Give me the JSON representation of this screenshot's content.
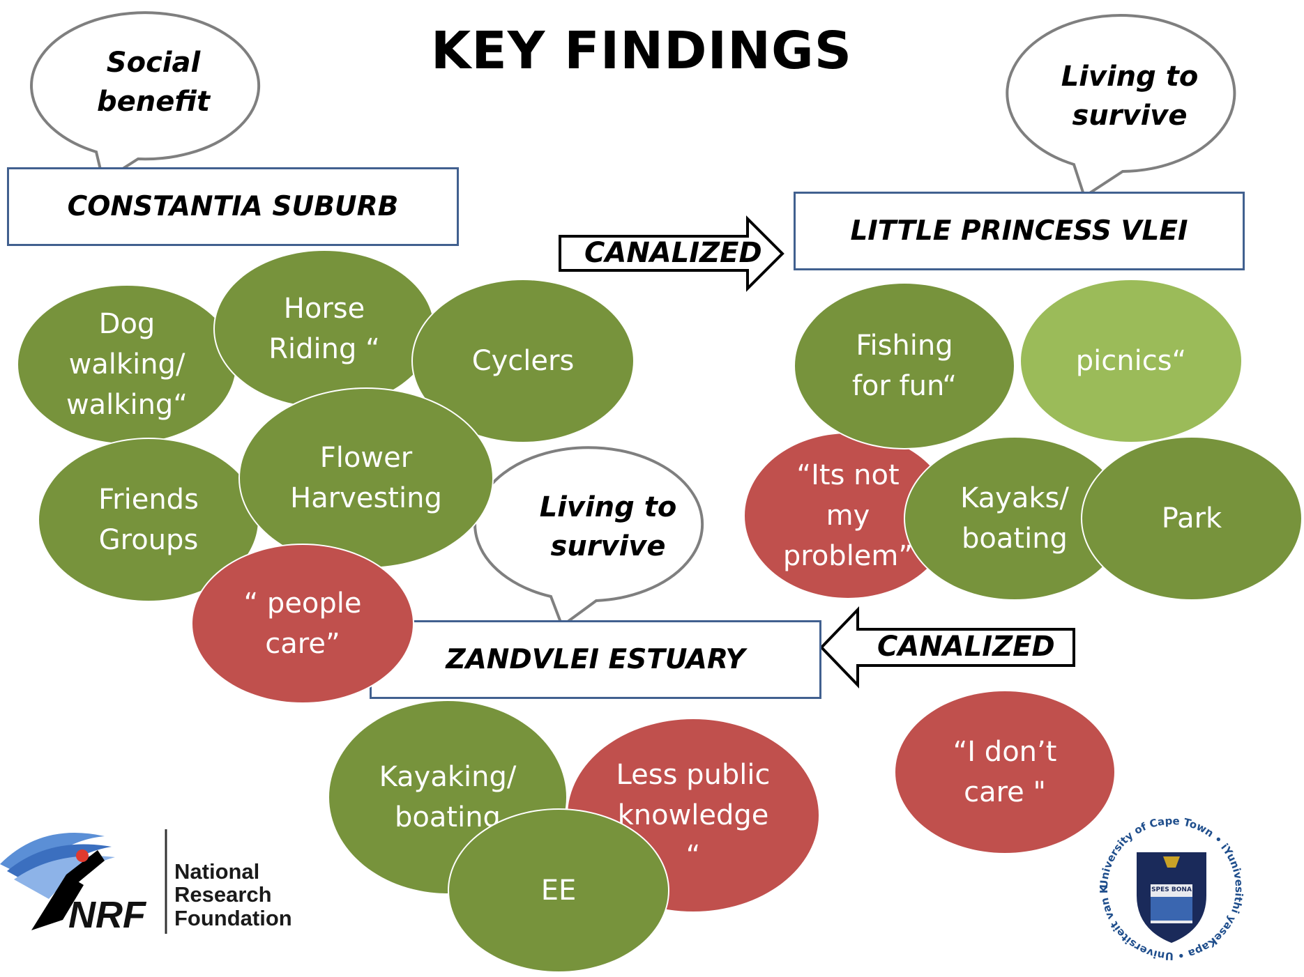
{
  "title": "KEY FINDINGS",
  "locations": {
    "constantia": "CONSTANTIA SUBURB",
    "little_princess": "LITTLE PRINCESS VLEI",
    "zandvlei": "ZANDVLEI ESTUARY"
  },
  "speech_bubbles": {
    "social_benefit": "Social\nbenefit",
    "living_to_survive_1": "Living to\nsurvive",
    "living_to_survive_2": "Living to\nsurvive"
  },
  "arrows": {
    "canalized_right": "CANALIZED",
    "canalized_left": "CANALIZED"
  },
  "activities": {
    "constantia": [
      {
        "label": "Dog\nwalking/\nwalking“",
        "color": "#77933c"
      },
      {
        "label": "Horse\nRiding “",
        "color": "#77933c"
      },
      {
        "label": "Cyclers",
        "color": "#77933c"
      },
      {
        "label": "Friends\nGroups",
        "color": "#77933c"
      },
      {
        "label": "Flower\nHarvesting",
        "color": "#77933c"
      },
      {
        "label": "“ people\ncare”",
        "color": "#c0504d"
      }
    ],
    "little_princess": [
      {
        "label": "Fishing\nfor  fun“",
        "color": "#77933c"
      },
      {
        "label": "picnics“",
        "color": "#9bbb59"
      },
      {
        "label": "“Its not\nmy\nproblem”",
        "color": "#c0504d"
      },
      {
        "label": "Kayaks/\nboating",
        "color": "#77933c"
      },
      {
        "label": "Park",
        "color": "#77933c"
      },
      {
        "label": "“I don’t\ncare \"",
        "color": "#c0504d"
      }
    ],
    "zandvlei": [
      {
        "label": "Kayaking/\nboating",
        "color": "#77933c"
      },
      {
        "label": "Less public\nknowledge\n“",
        "color": "#c0504d"
      },
      {
        "label": "EE",
        "color": "#77933c"
      }
    ]
  },
  "logos": {
    "nrf": {
      "abbr": "NRF",
      "name": "National\nResearch\nFoundation"
    },
    "uct": {
      "ring_text": "University of Cape Town • iYunivesithi yaseKapa • Universiteit van Kaapstad •",
      "motto": "SPES BONA"
    }
  }
}
